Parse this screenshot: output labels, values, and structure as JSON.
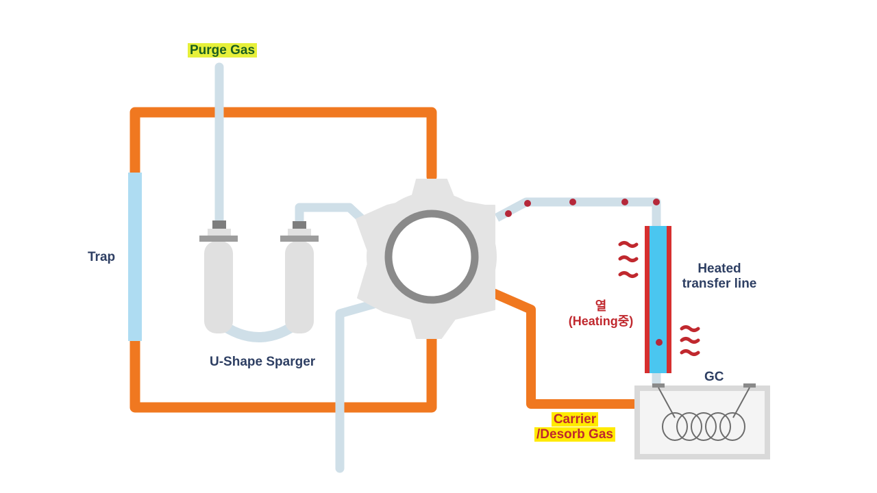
{
  "labels": {
    "purge_gas": "Purge Gas",
    "trap": "Trap",
    "u_shape_sparger": "U-Shape Sparger",
    "heated_transfer_line_1": "Heated",
    "heated_transfer_line_2": "transfer line",
    "heat_kr": "열",
    "heating_status": "(Heating중)",
    "gc": "GC",
    "carrier_gas_1": "Carrier",
    "carrier_gas_2": "/Desorb Gas"
  },
  "colors": {
    "orange_line": "#f07820",
    "gas_tube": "#cfdfe8",
    "valve_body": "#e4e4e4",
    "valve_ring": "#8a8a8a",
    "heater": "#d62f2f",
    "transfer_core": "#4ac6f0",
    "droplet": "#b5283a",
    "text_navy": "#2e3f63",
    "text_red": "#c0282e"
  }
}
